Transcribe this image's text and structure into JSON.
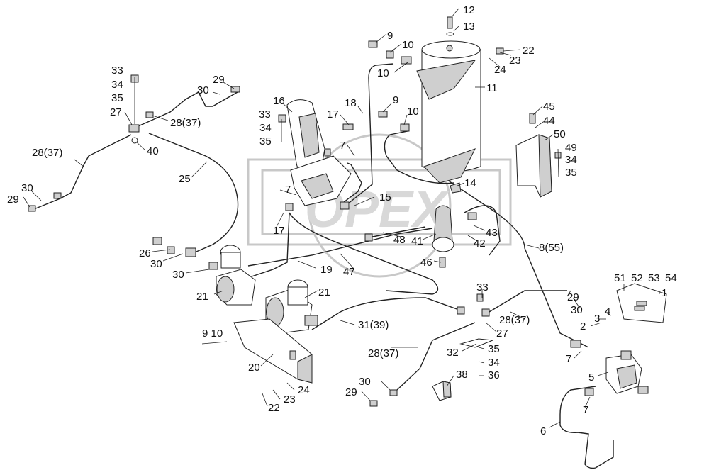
{
  "watermark": "OPEX",
  "callouts": [
    {
      "id": "c12",
      "text": "12"
    },
    {
      "id": "c13",
      "text": "13"
    },
    {
      "id": "c9a",
      "text": "9"
    },
    {
      "id": "c10a",
      "text": "10"
    },
    {
      "id": "c10b",
      "text": "10"
    },
    {
      "id": "c11",
      "text": "11"
    },
    {
      "id": "c22a",
      "text": "22"
    },
    {
      "id": "c23a",
      "text": "23"
    },
    {
      "id": "c24a",
      "text": "24"
    },
    {
      "id": "c33a",
      "text": "33"
    },
    {
      "id": "c34a",
      "text": "34"
    },
    {
      "id": "c35a",
      "text": "35"
    },
    {
      "id": "c27a",
      "text": "27"
    },
    {
      "id": "c29a",
      "text": "29"
    },
    {
      "id": "c30a",
      "text": "30"
    },
    {
      "id": "c2837a",
      "text": "28(37)"
    },
    {
      "id": "c40",
      "text": "40"
    },
    {
      "id": "c2837b",
      "text": "28(37)"
    },
    {
      "id": "c30b",
      "text": "30"
    },
    {
      "id": "c29b",
      "text": "29"
    },
    {
      "id": "c16",
      "text": "16"
    },
    {
      "id": "c33b",
      "text": "33"
    },
    {
      "id": "c34b",
      "text": "34"
    },
    {
      "id": "c35b",
      "text": "35"
    },
    {
      "id": "c17a",
      "text": "17"
    },
    {
      "id": "c18",
      "text": "18"
    },
    {
      "id": "c9b",
      "text": "9"
    },
    {
      "id": "c10c",
      "text": "10"
    },
    {
      "id": "c7a",
      "text": "7"
    },
    {
      "id": "c45",
      "text": "45"
    },
    {
      "id": "c44",
      "text": "44"
    },
    {
      "id": "c50",
      "text": "50"
    },
    {
      "id": "c49",
      "text": "49"
    },
    {
      "id": "c34c",
      "text": "34"
    },
    {
      "id": "c35c",
      "text": "35"
    },
    {
      "id": "c25",
      "text": "25"
    },
    {
      "id": "c7b",
      "text": "7"
    },
    {
      "id": "c15",
      "text": "15"
    },
    {
      "id": "c14",
      "text": "14"
    },
    {
      "id": "c17b",
      "text": "17"
    },
    {
      "id": "c48",
      "text": "48"
    },
    {
      "id": "c41",
      "text": "41"
    },
    {
      "id": "c42",
      "text": "42"
    },
    {
      "id": "c43",
      "text": "43"
    },
    {
      "id": "c855",
      "text": "8(55)"
    },
    {
      "id": "c26",
      "text": "26"
    },
    {
      "id": "c30c",
      "text": "30"
    },
    {
      "id": "c30d",
      "text": "30"
    },
    {
      "id": "c19",
      "text": "19"
    },
    {
      "id": "c47",
      "text": "47"
    },
    {
      "id": "c46",
      "text": "46"
    },
    {
      "id": "c21a",
      "text": "21"
    },
    {
      "id": "c21b",
      "text": "21"
    },
    {
      "id": "c33c",
      "text": "33"
    },
    {
      "id": "c29c",
      "text": "29"
    },
    {
      "id": "c30e",
      "text": "30"
    },
    {
      "id": "c51",
      "text": "51"
    },
    {
      "id": "c52",
      "text": "52"
    },
    {
      "id": "c53",
      "text": "53"
    },
    {
      "id": "c54",
      "text": "54"
    },
    {
      "id": "c1",
      "text": "1"
    },
    {
      "id": "c4",
      "text": "4"
    },
    {
      "id": "c3",
      "text": "3"
    },
    {
      "id": "c2",
      "text": "2"
    },
    {
      "id": "c910",
      "text": "9 10"
    },
    {
      "id": "c3139",
      "text": "31(39)"
    },
    {
      "id": "c2837c",
      "text": "28(37)"
    },
    {
      "id": "c27b",
      "text": "27"
    },
    {
      "id": "c2837d",
      "text": "28(37)"
    },
    {
      "id": "c32",
      "text": "32"
    },
    {
      "id": "c35d",
      "text": "35"
    },
    {
      "id": "c34d",
      "text": "34"
    },
    {
      "id": "c36",
      "text": "36"
    },
    {
      "id": "c20",
      "text": "20"
    },
    {
      "id": "c24b",
      "text": "24"
    },
    {
      "id": "c23b",
      "text": "23"
    },
    {
      "id": "c22b",
      "text": "22"
    },
    {
      "id": "c30f",
      "text": "30"
    },
    {
      "id": "c29d",
      "text": "29"
    },
    {
      "id": "c38",
      "text": "38"
    },
    {
      "id": "c7c",
      "text": "7"
    },
    {
      "id": "c5",
      "text": "5"
    },
    {
      "id": "c7d",
      "text": "7"
    },
    {
      "id": "c6",
      "text": "6"
    }
  ]
}
